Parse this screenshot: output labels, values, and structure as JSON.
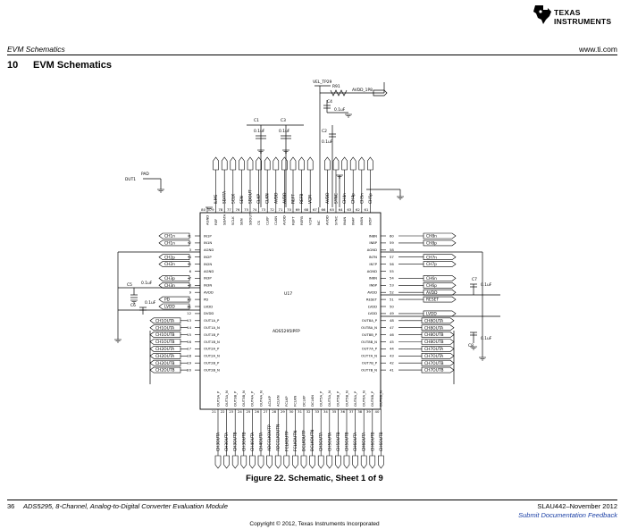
{
  "header": {
    "section_running_title": "EVM Schematics",
    "site": "www.ti.com",
    "logo_text_line1": "TEXAS",
    "logo_text_line2": "INSTRUMENTS"
  },
  "section": {
    "number": "10",
    "title": "EVM Schematics"
  },
  "schematic": {
    "chip_ref": "U17",
    "chip_part": "ADS5295IPFP",
    "supply_net": "VEL_TP29",
    "top_resistor": "R91",
    "top_net": "AVDD_1P8",
    "out_test_point": "DUT1",
    "pad_label": "PAD",
    "left_pins": [
      {
        "num": "1",
        "name": "IN1P",
        "sig": "CH1n"
      },
      {
        "num": "2",
        "name": "IN1N",
        "sig": "CH1n"
      },
      {
        "num": "3",
        "name": "AGND",
        "sig": ""
      },
      {
        "num": "4",
        "name": "IN2P",
        "sig": "CH2p"
      },
      {
        "num": "5",
        "name": "IN2N",
        "sig": "CH2n"
      },
      {
        "num": "6",
        "name": "AGND",
        "sig": ""
      },
      {
        "num": "7",
        "name": "IN3P",
        "sig": "CH3p"
      },
      {
        "num": "8",
        "name": "IN3N",
        "sig": "CH3n"
      },
      {
        "num": "9",
        "name": "AVDD",
        "sig": ""
      },
      {
        "num": "10",
        "name": "PD",
        "sig": "PD"
      },
      {
        "num": "11",
        "name": "LVDD",
        "sig": "LVDD"
      },
      {
        "num": "12",
        "name": "DVDD",
        "sig": ""
      },
      {
        "num": "13",
        "name": "OUT1A_P",
        "sig": "CH1OUTA"
      },
      {
        "num": "14",
        "name": "OUT1A_N",
        "sig": "CH1OUTA"
      },
      {
        "num": "15",
        "name": "OUT1B_P",
        "sig": "CH1OUTB"
      },
      {
        "num": "16",
        "name": "OUT1B_N",
        "sig": "CH1OUTB"
      },
      {
        "num": "17",
        "name": "OUT2A_P",
        "sig": "CH2OUTA"
      },
      {
        "num": "18",
        "name": "OUT2A_N",
        "sig": "CH2OUTA"
      },
      {
        "num": "19",
        "name": "OUT2B_P",
        "sig": "CH2OUTB"
      },
      {
        "num": "20",
        "name": "OUT2B_N",
        "sig": "CH2OUTB"
      }
    ],
    "right_pins": [
      {
        "num": "60",
        "name": "IN8N",
        "sig": "CH8n"
      },
      {
        "num": "59",
        "name": "IN8P",
        "sig": "CH8p"
      },
      {
        "num": "58",
        "name": "AGND",
        "sig": ""
      },
      {
        "num": "57",
        "name": "IN7N",
        "sig": "CH7n"
      },
      {
        "num": "56",
        "name": "IN7P",
        "sig": "CH7p"
      },
      {
        "num": "55",
        "name": "AGND",
        "sig": ""
      },
      {
        "num": "54",
        "name": "IN6N",
        "sig": "CH6n"
      },
      {
        "num": "53",
        "name": "IN6P",
        "sig": "CH6p"
      },
      {
        "num": "52",
        "name": "AVDD",
        "sig": "AVDD"
      },
      {
        "num": "51",
        "name": "RESET",
        "sig": "RESET"
      },
      {
        "num": "50",
        "name": "LVDD",
        "sig": ""
      },
      {
        "num": "49",
        "name": "LVDD",
        "sig": "LVDD"
      },
      {
        "num": "48",
        "name": "OUT8A_P",
        "sig": "CH8OUTA"
      },
      {
        "num": "47",
        "name": "OUT8A_N",
        "sig": "CH8OUTA"
      },
      {
        "num": "46",
        "name": "OUT8B_P",
        "sig": "CH8OUTB"
      },
      {
        "num": "45",
        "name": "OUT8B_N",
        "sig": "CH8OUTB"
      },
      {
        "num": "44",
        "name": "OUT7A_P",
        "sig": "CH7OUTA"
      },
      {
        "num": "43",
        "name": "OUT7A_N",
        "sig": "CH7OUTA"
      },
      {
        "num": "42",
        "name": "OUT7B_P",
        "sig": "CH7OUTB"
      },
      {
        "num": "41",
        "name": "OUT7B_N",
        "sig": "CH7OUTB"
      }
    ],
    "top_pins": [
      {
        "num": "80",
        "name": "AGND",
        "sig": ""
      },
      {
        "num": "79",
        "name": "REF",
        "sig": "ILMS"
      },
      {
        "num": "78",
        "name": "SDATA",
        "sig": "SDATA"
      },
      {
        "num": "77",
        "name": "SCLK",
        "sig": "SCLK"
      },
      {
        "num": "76",
        "name": "SEN",
        "sig": "SEN"
      },
      {
        "num": "75",
        "name": "SDOUT",
        "sig": "SDOUT"
      },
      {
        "num": "74",
        "name": "CS",
        "sig": "CLKP"
      },
      {
        "num": "73",
        "name": "CLKP",
        "sig": "CLKN"
      },
      {
        "num": "72",
        "name": "CLKN",
        "sig": "AVDD"
      },
      {
        "num": "71",
        "name": "AVDD",
        "sig": "AVDD"
      },
      {
        "num": "70",
        "name": "REFT",
        "sig": "REFT"
      },
      {
        "num": "69",
        "name": "REFB",
        "sig": "REFB"
      },
      {
        "num": "68",
        "name": "VCM",
        "sig": "VCM"
      },
      {
        "num": "67",
        "name": "NC",
        "sig": ""
      },
      {
        "num": "66",
        "name": "AVDD",
        "sig": "AVDD"
      },
      {
        "num": "65",
        "name": "SYNC",
        "sig": "SYNC"
      },
      {
        "num": "64",
        "name": "IN4N",
        "sig": "CH4n"
      },
      {
        "num": "63",
        "name": "IN4P",
        "sig": "CH4p"
      },
      {
        "num": "62",
        "name": "IN5N",
        "sig": "CH5n"
      },
      {
        "num": "61",
        "name": "IN5P",
        "sig": "CH5p"
      }
    ],
    "bottom_pins": [
      {
        "num": "21",
        "name": "OUT3A_P",
        "sig": "CH3OUTA"
      },
      {
        "num": "22",
        "name": "OUT3A_N",
        "sig": "CH3OUTA"
      },
      {
        "num": "23",
        "name": "OUT3B_P",
        "sig": "CH3OUTB"
      },
      {
        "num": "24",
        "name": "OUT3B_N",
        "sig": "CH3OUTB"
      },
      {
        "num": "25",
        "name": "OUT4A_P",
        "sig": "CH4OUTA"
      },
      {
        "num": "26",
        "name": "OUT4A_N",
        "sig": "CH4OUTA"
      },
      {
        "num": "27",
        "name": "ACLKP",
        "sig": "ADCCLKOUTP"
      },
      {
        "num": "28",
        "name": "ACLKN",
        "sig": "ADCCLKOUTN"
      },
      {
        "num": "29",
        "name": "FCLKP",
        "sig": "FCLKOUTP"
      },
      {
        "num": "30",
        "name": "FCLKN",
        "sig": "FCLKOUTN"
      },
      {
        "num": "31",
        "name": "DCLKP",
        "sig": "DCLKOUTP"
      },
      {
        "num": "32",
        "name": "DCLKN",
        "sig": "DCLKOUTN"
      },
      {
        "num": "33",
        "name": "OUT5A_P",
        "sig": "CH5OUTA"
      },
      {
        "num": "34",
        "name": "OUT5A_N",
        "sig": "CH5OUTA"
      },
      {
        "num": "35",
        "name": "OUT5B_P",
        "sig": "CH5OUTB"
      },
      {
        "num": "36",
        "name": "OUT5B_N",
        "sig": "CH5OUTB"
      },
      {
        "num": "37",
        "name": "OUT6A_P",
        "sig": "CH6OUTA"
      },
      {
        "num": "38",
        "name": "OUT6A_N",
        "sig": "CH6OUTA"
      },
      {
        "num": "39",
        "name": "OUT6B_P",
        "sig": "CH6OUTB"
      },
      {
        "num": "40",
        "name": "OUT6B_N",
        "sig": "CH6OUTB"
      }
    ],
    "caps_left": [
      {
        "ref": "C5",
        "val": "0.1uF"
      },
      {
        "ref": "C6",
        "val": "0.1uF"
      }
    ],
    "caps_right": [
      {
        "ref": "C7",
        "val": "0.1uF"
      },
      {
        "ref": "C8",
        "val": "0.1uF"
      }
    ],
    "caps_top": [
      {
        "ref": "C1",
        "val": "0.1uF"
      },
      {
        "ref": "C3",
        "val": "0.1uF"
      },
      {
        "ref": "C2",
        "val": "0.1uF"
      },
      {
        "ref": "C4",
        "val": "0.1uF"
      }
    ]
  },
  "caption": "Figure 22. Schematic, Sheet 1 of 9",
  "footer": {
    "page_number": "36",
    "doc_title": "ADS5295, 8-Channel, Analog-to-Digital Converter Evaluation Module",
    "lit_number": "SLAU442–November 2012",
    "feedback_link": "Submit Documentation Feedback",
    "copyright": "Copyright © 2012, Texas Instruments Incorporated"
  }
}
